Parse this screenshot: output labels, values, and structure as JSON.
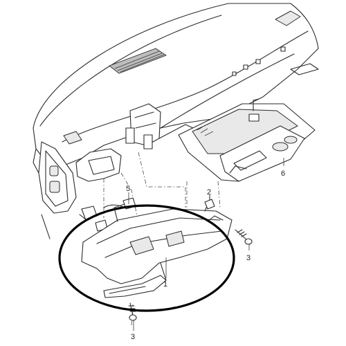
{
  "watermark": {
    "line1": "",
    "line2": ""
  },
  "callouts": [
    {
      "id": "1",
      "label": "1"
    },
    {
      "id": "2",
      "label": "2"
    },
    {
      "id": "3a",
      "label": "3"
    },
    {
      "id": "3b",
      "label": "3"
    },
    {
      "id": "5",
      "label": "5"
    },
    {
      "id": "6",
      "label": "6"
    }
  ],
  "highlight": {
    "shape": "ellipse",
    "color": "#000000"
  },
  "colors": {
    "line": "#2a2a2a",
    "grey_part": "#e9e9e9",
    "dark_part": "#bdbdbd"
  }
}
